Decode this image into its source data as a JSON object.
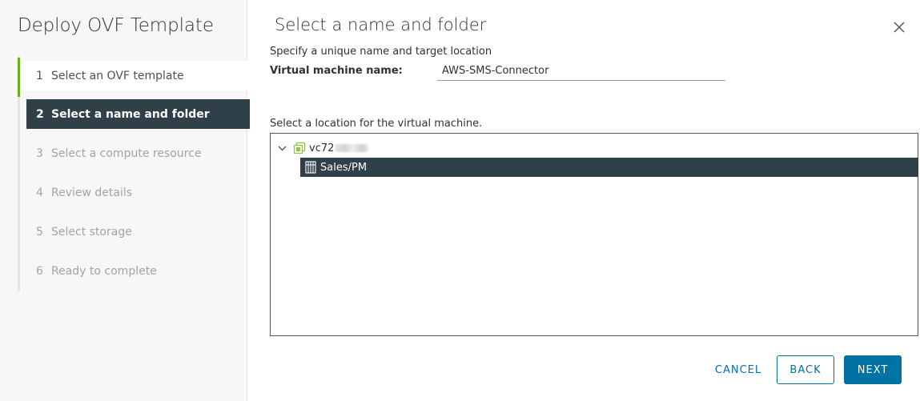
{
  "sidebar": {
    "title": "Deploy OVF Template",
    "steps": [
      {
        "num": "1",
        "label": "Select an OVF template",
        "state": "done"
      },
      {
        "num": "2",
        "label": "Select a name and folder",
        "state": "active"
      },
      {
        "num": "3",
        "label": "Select a compute resource",
        "state": "pending"
      },
      {
        "num": "4",
        "label": "Review details",
        "state": "pending"
      },
      {
        "num": "5",
        "label": "Select storage",
        "state": "pending"
      },
      {
        "num": "6",
        "label": "Ready to complete",
        "state": "pending"
      }
    ]
  },
  "main": {
    "title": "Select a name and folder",
    "subtitle": "Specify a unique name and target location",
    "vm_name_label": "Virtual machine name:",
    "vm_name_value": "AWS-SMS-Connector",
    "location_label": "Select a location for the virtual machine.",
    "tree": {
      "root_label": "vc72",
      "root_icon": "vcenter-icon",
      "folder_label": "Sales/PM",
      "folder_icon": "folder-icon"
    }
  },
  "footer": {
    "cancel_label": "CANCEL",
    "back_label": "BACK",
    "next_label": "NEXT"
  },
  "colors": {
    "accent": "#0072a3",
    "selected_bg": "#2f4049",
    "done_indicator": "#60b515",
    "vcenter_icon": "#8cc63f"
  }
}
